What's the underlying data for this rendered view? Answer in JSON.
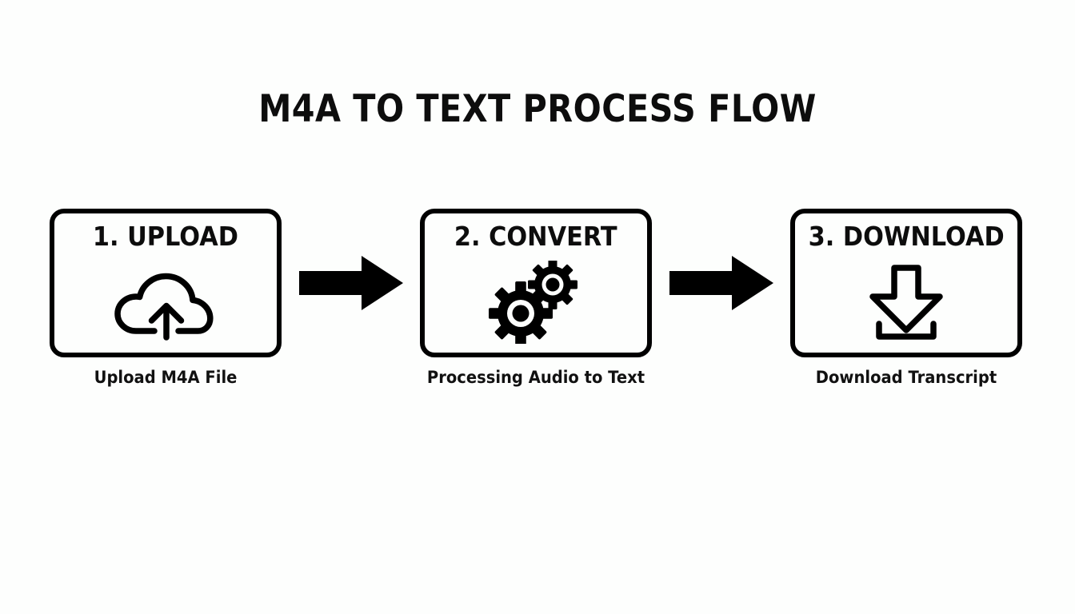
{
  "diagram": {
    "title": "M4A TO TEXT PROCESS FLOW",
    "type": "process-flow",
    "orientation": "horizontal",
    "colors": {
      "background": "#fdfefd",
      "stroke": "#000000",
      "text": "#111111"
    },
    "steps": [
      {
        "heading": "1. UPLOAD",
        "icon": "cloud-upload-icon",
        "caption": "Upload M4A File"
      },
      {
        "heading": "2. CONVERT",
        "icon": "gears-icon",
        "caption": "Processing Audio to Text"
      },
      {
        "heading": "3. DOWNLOAD",
        "icon": "download-arrow-icon",
        "caption": "Download Transcript"
      }
    ],
    "connectors": [
      {
        "icon": "arrow-right-icon"
      },
      {
        "icon": "arrow-right-icon"
      }
    ]
  }
}
